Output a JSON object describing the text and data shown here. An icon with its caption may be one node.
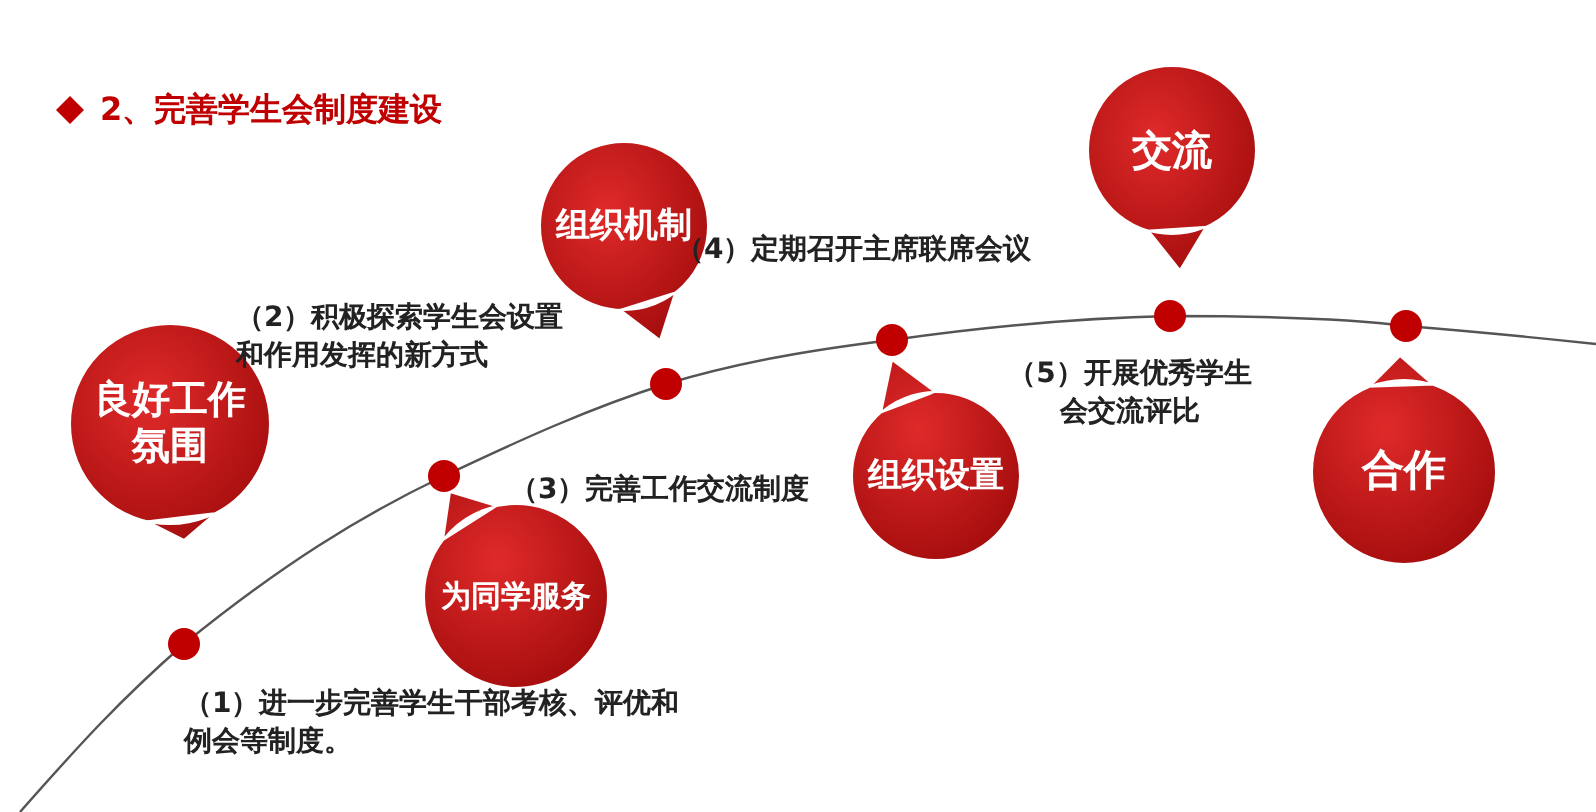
{
  "diagram": {
    "title": "2、完善学生会制度建设",
    "nodes": [
      {
        "text": [
          "良好工作氛围"
        ]
      },
      {
        "text": [
          "为同学服务"
        ]
      },
      {
        "text": [
          "组织机制"
        ]
      },
      {
        "text": [
          "组织设置"
        ]
      },
      {
        "text": [
          "交流"
        ]
      },
      {
        "text": [
          "合作"
        ]
      }
    ],
    "labels": [
      "（1）进一步完善学生干部考核、评优和例会等制度。",
      "（2）积极探索学生会设置和作用发挥的新方式",
      "（3）完善工作交流制度",
      "（4）定期召开主席联席会议",
      "（5）开展优秀学生会交流评比"
    ]
  }
}
